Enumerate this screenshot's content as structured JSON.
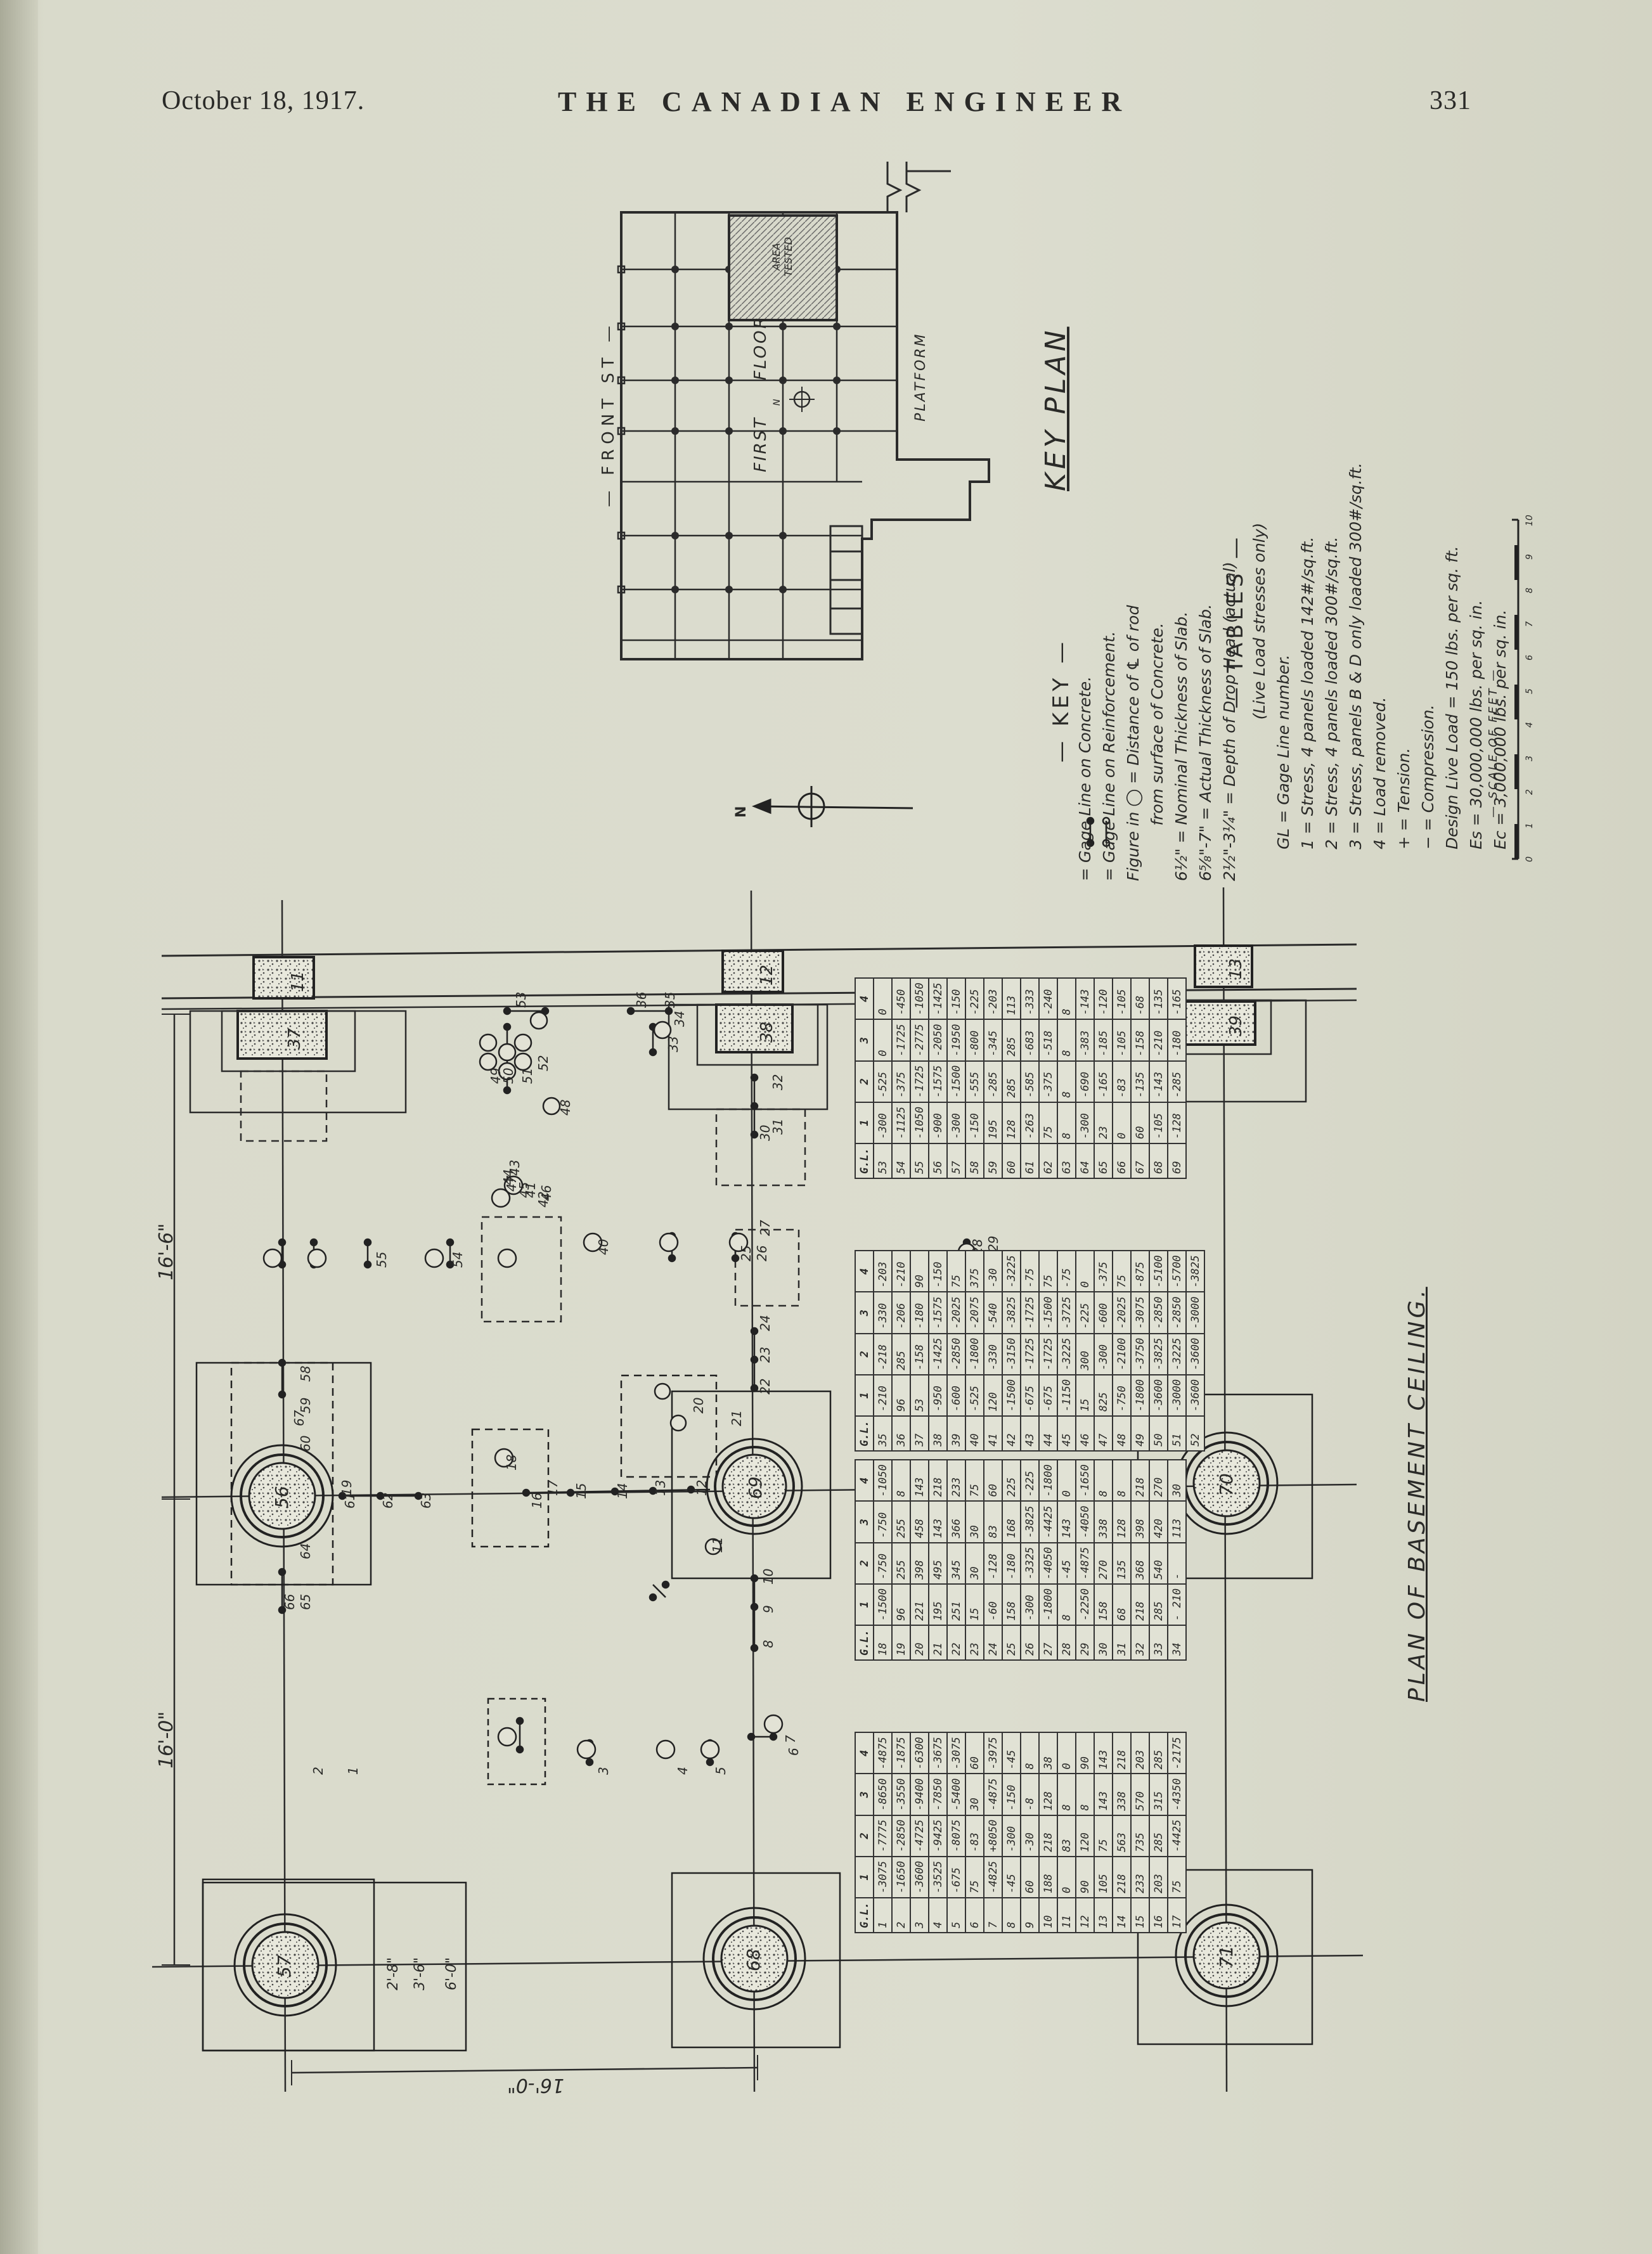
{
  "header": {
    "date": "October 18, 1917.",
    "journal_title": "THE CANADIAN ENGINEER",
    "page_number": "331"
  },
  "key_plan": {
    "title": "KEY PLAN",
    "street_label": "— FRONT ST —",
    "floor_label_1": "FIRST",
    "floor_label_2": "FLOOR",
    "platform_label": "PLATFORM",
    "tested_area_label": "AREA TESTED",
    "north_label": "N"
  },
  "key": {
    "heading": "— KEY —",
    "lines": [
      "= Gage Line on Concrete.",
      "= Gage Line on Reinforcement.",
      "Figure in ◯ = Distance of ℄ of rod",
      "           from surface of Concrete.",
      "6½\" = Nominal Thickness of Slab.",
      "6⅝\"-7\" = Actual Thickness of Slab.",
      "2½\"-3¼\" = Depth of Drop Head (actual)"
    ]
  },
  "tables_key": {
    "heading": "— TABLES —",
    "subheading": "(Live Load stresses only)",
    "lines": [
      "GL = Gage Line number.",
      "1 = Stress, 4 panels loaded 142#/sq.ft.",
      "2 = Stress, 4 panels loaded 300#/sq.ft.",
      "3 = Stress, panels B & D only loaded 300#/sq.ft.",
      "4 = Load removed.",
      "+ = Tension.",
      "− = Compression.",
      "Design Live Load = 150 lbs. per sq. ft.",
      "Es = 30,000,000 lbs. per sq. in.",
      "Ec = 3,000,000 lbs. per sq. in."
    ],
    "scale_label": "— SCALE OF FEET —",
    "scale_ticks": [
      "0",
      "1",
      "2",
      "3",
      "4",
      "5",
      "6",
      "7",
      "8",
      "9",
      "10"
    ]
  },
  "plan": {
    "title": "PLAN OF BASEMENT CEILING.",
    "north_label": "N",
    "dim_top_left": "16'-6\"",
    "dim_top_right": "16'-0\"",
    "dim_bottom": "16'-0\"",
    "dim_drop_1": "2'-8\"",
    "dim_drop_2": "3'-6\"",
    "dim_drop_3": "6'-0\"",
    "wall_columns": [
      "11",
      "12",
      "13"
    ],
    "pilasters": [
      "37",
      "38",
      "39"
    ],
    "columns": [
      "56",
      "69",
      "70",
      "57",
      "68",
      "71"
    ],
    "gage_numbers": [
      "1",
      "2",
      "3",
      "4",
      "5",
      "6",
      "7",
      "8",
      "9",
      "10",
      "11",
      "12",
      "13",
      "14",
      "15",
      "16",
      "17",
      "18",
      "19",
      "20",
      "21",
      "22",
      "23",
      "24",
      "25",
      "26",
      "27",
      "28",
      "29",
      "30",
      "31",
      "32",
      "33",
      "34",
      "35",
      "36",
      "40",
      "41",
      "42",
      "43",
      "44",
      "45",
      "46",
      "47",
      "48",
      "49",
      "50",
      "51",
      "52",
      "53",
      "54",
      "55",
      "58",
      "59",
      "60",
      "61",
      "62",
      "63",
      "64",
      "65",
      "66",
      "67"
    ]
  },
  "tables": [
    {
      "headers": [
        "G.L.",
        "1",
        "2",
        "3",
        "4"
      ],
      "rows": [
        [
          "1",
          "-3075",
          "-7775",
          "-8650",
          "-4875"
        ],
        [
          "2",
          "-1650",
          "-2850",
          "-3550",
          "-1875"
        ],
        [
          "3",
          "-3600",
          "-4725",
          "-9400",
          "-6300"
        ],
        [
          "4",
          "-3525",
          "-9425",
          "-7850",
          "-3675"
        ],
        [
          "5",
          "-675",
          "-8075",
          "-5400",
          "-3075"
        ],
        [
          "6",
          "75",
          "-83",
          "30",
          "60"
        ],
        [
          "7",
          "-4825",
          "+8050",
          "-4875",
          "-3975"
        ],
        [
          "8",
          "-45",
          "-300",
          "-150",
          "-45"
        ],
        [
          "9",
          "60",
          "-30",
          "-8",
          "8"
        ],
        [
          "10",
          "188",
          "218",
          "128",
          "38"
        ],
        [
          "11",
          "0",
          "83",
          "8",
          "0"
        ],
        [
          "12",
          "90",
          "120",
          "8",
          "90"
        ],
        [
          "13",
          "105",
          "75",
          "143",
          "143"
        ],
        [
          "14",
          "218",
          "563",
          "338",
          "218"
        ],
        [
          "15",
          "233",
          "735",
          "570",
          "203"
        ],
        [
          "16",
          "203",
          "285",
          "315",
          "285"
        ],
        [
          "17",
          "75",
          "-4425",
          "-4350",
          "-2175"
        ]
      ]
    },
    {
      "headers": [
        "G.L.",
        "1",
        "2",
        "3",
        "4"
      ],
      "rows": [
        [
          "18",
          "-1500",
          "-750",
          "-750",
          "-1050"
        ],
        [
          "19",
          "96",
          "255",
          "255",
          "8"
        ],
        [
          "20",
          "221",
          "398",
          "458",
          "143"
        ],
        [
          "21",
          "195",
          "495",
          "143",
          "218"
        ],
        [
          "22",
          "251",
          "345",
          "366",
          "233"
        ],
        [
          "23",
          "15",
          "30",
          "30",
          "75"
        ],
        [
          "24",
          "-60",
          "-128",
          "83",
          "60"
        ],
        [
          "25",
          "158",
          "-180",
          "168",
          "225"
        ],
        [
          "26",
          "-300",
          "-3325",
          "-3825",
          "-225"
        ],
        [
          "27",
          "-1800",
          "-4050",
          "-4425",
          "-1800"
        ],
        [
          "28",
          "8",
          "-45",
          "143",
          "0"
        ],
        [
          "29",
          "-2250",
          "-4875",
          "-4050",
          "-1650"
        ],
        [
          "30",
          "158",
          "270",
          "338",
          "8"
        ],
        [
          "31",
          "68",
          "135",
          "128",
          "8"
        ],
        [
          "32",
          "218",
          "368",
          "398",
          "218"
        ],
        [
          "33",
          "285",
          "540",
          "420",
          "270"
        ],
        [
          "34",
          "- 210",
          "-",
          "113",
          "30"
        ]
      ]
    },
    {
      "headers": [
        "G.L.",
        "1",
        "2",
        "3",
        "4"
      ],
      "rows": [
        [
          "35",
          "-210",
          "-218",
          "-330",
          "-203"
        ],
        [
          "36",
          "96",
          "285",
          "-206",
          "-210"
        ],
        [
          "37",
          "53",
          "-158",
          "-180",
          "90"
        ],
        [
          "38",
          "-950",
          "-1425",
          "-1575",
          "-150"
        ],
        [
          "39",
          "-600",
          "-2850",
          "-2025",
          "75"
        ],
        [
          "40",
          "-525",
          "-1800",
          "-2075",
          "375"
        ],
        [
          "41",
          "120",
          "-330",
          "-540",
          "-30"
        ],
        [
          "42",
          "-1500",
          "-3150",
          "-3825",
          "-3225"
        ],
        [
          "43",
          "-675",
          "-1725",
          "-1725",
          "-75"
        ],
        [
          "44",
          "-675",
          "-1725",
          "-1500",
          "75"
        ],
        [
          "45",
          "-1150",
          "-3225",
          "-3725",
          "-75"
        ],
        [
          "46",
          "15",
          "300",
          "-225",
          "0"
        ],
        [
          "47",
          "825",
          "-300",
          "-600",
          "-375"
        ],
        [
          "48",
          "-750",
          "-2100",
          "-2025",
          "75"
        ],
        [
          "49",
          "-1800",
          "-3750",
          "-3075",
          "-875"
        ],
        [
          "50",
          "-3600",
          "-3825",
          "-2850",
          "-5100"
        ],
        [
          "51",
          "-3000",
          "-3225",
          "-2850",
          "-5700"
        ],
        [
          "52",
          "-3600",
          "-3600",
          "-3000",
          "-3825"
        ]
      ]
    },
    {
      "headers": [
        "G.L.",
        "1",
        "2",
        "3",
        "4"
      ],
      "rows": [
        [
          "53",
          "-300",
          "-525",
          "0",
          "0"
        ],
        [
          "54",
          "-1125",
          "-375",
          "-1725",
          "-450"
        ],
        [
          "55",
          "-1050",
          "-1725",
          "-2775",
          "-1050"
        ],
        [
          "56",
          "-900",
          "-1575",
          "-2050",
          "-1425"
        ],
        [
          "57",
          "-300",
          "-1500",
          "-1950",
          "-150"
        ],
        [
          "58",
          "-150",
          "-555",
          "-800",
          "-225"
        ],
        [
          "59",
          "195",
          "-285",
          "-345",
          "-203"
        ],
        [
          "60",
          "128",
          "285",
          "285",
          "113"
        ],
        [
          "61",
          "-263",
          "-585",
          "-683",
          "-333"
        ],
        [
          "62",
          "75",
          "-375",
          "-518",
          "-240"
        ],
        [
          "63",
          "8",
          "8",
          "8",
          "8"
        ],
        [
          "64",
          "-300",
          "-690",
          "-383",
          "-143"
        ],
        [
          "65",
          "23",
          "-165",
          "-185",
          "-120"
        ],
        [
          "66",
          "0",
          "-83",
          "-105",
          "-105"
        ],
        [
          "67",
          "60",
          "-135",
          "-158",
          "-68"
        ],
        [
          "68",
          "-105",
          "-143",
          "-210",
          "-135"
        ],
        [
          "69",
          "-128",
          "-285",
          "-180",
          "-165"
        ]
      ]
    }
  ]
}
